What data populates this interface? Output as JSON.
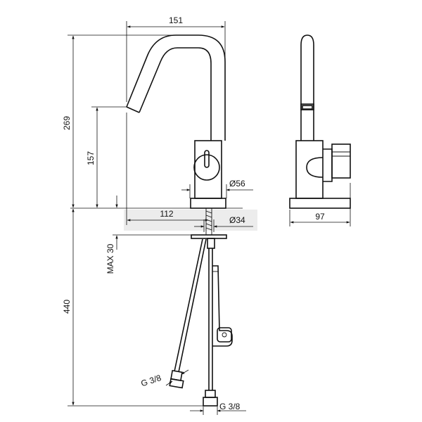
{
  "dimensions": {
    "width_151": "151",
    "height_269": "269",
    "height_157": "157",
    "diameter_56": "Ø56",
    "reach_112": "112",
    "diameter_34": "Ø34",
    "max_30": "MAX 30",
    "depth_440": "440",
    "thread_hose": "G 3/8",
    "thread_bottom": "G 3/8",
    "depth_97": "97"
  },
  "colors": {
    "line": "#111111",
    "background": "#ffffff",
    "highlight": "#e6e6e6"
  }
}
